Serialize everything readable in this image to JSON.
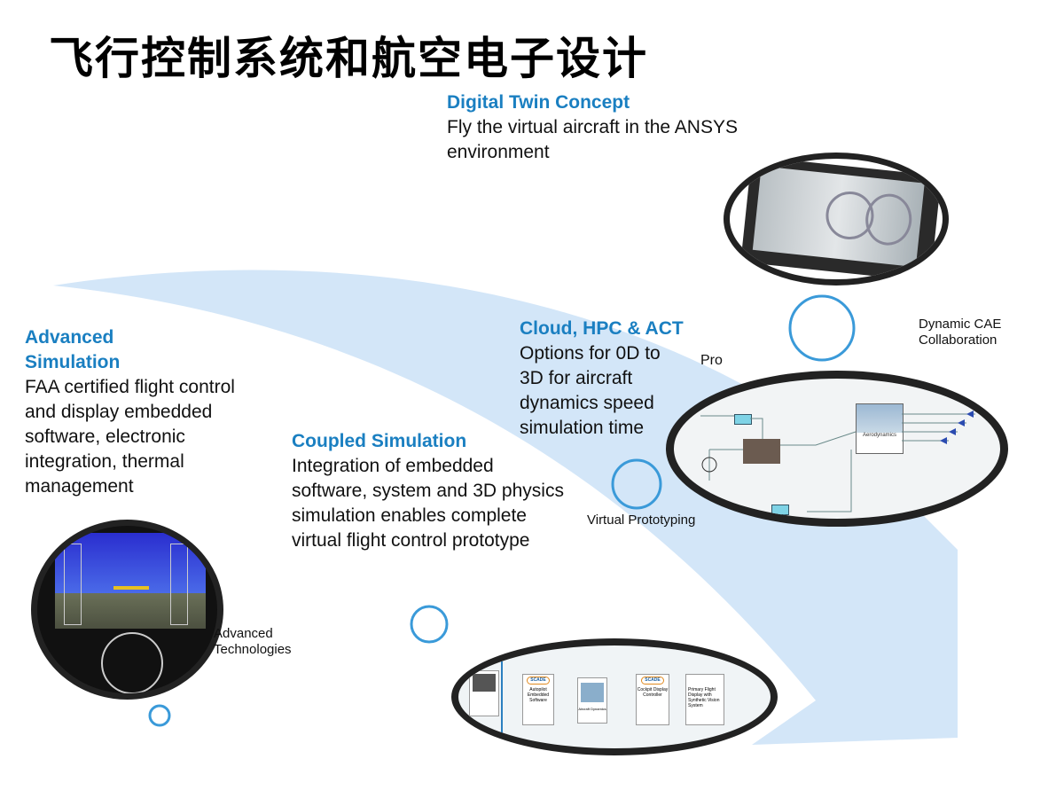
{
  "title": "飞行控制系统和航空电子设计",
  "sections": {
    "digital_twin": {
      "heading": "Digital Twin Concept",
      "text": "Fly the virtual aircraft in the ANSYS environment"
    },
    "cloud": {
      "heading": "Cloud, HPC & ACT",
      "text": "Options for 0D to 3D for aircraft dynamics speed simulation time"
    },
    "advanced": {
      "heading": "Advanced Simulation",
      "text": "FAA certified flight control and display embedded software, electronic integration, thermal management"
    },
    "coupled": {
      "heading": "Coupled Simulation",
      "text": "Integration of embedded software, system and 3D physics simulation enables complete virtual flight control prototype"
    }
  },
  "milestones": {
    "dynamic_cae": "Dynamic CAE Collaboration",
    "pro": "Pro",
    "virtual_prototyping": "Virtual Prototyping",
    "advanced_tech": "Advanced Technologies"
  },
  "diagram_labels": {
    "aerodynamics": "Aerodynamics",
    "autopilot": "Autopilot Embedded Software",
    "aircraft_dynamics": "Aircraft Dynamics",
    "cockpit": "Cockpit Display Controller",
    "pfd": "Primary Flight Display with Synthetic Vision System",
    "scade": "SCADE"
  },
  "colors": {
    "accent": "#1a7fc1",
    "arrow": "#d3e6f8",
    "circle": "#3a9ad9",
    "ring": "#222222"
  }
}
